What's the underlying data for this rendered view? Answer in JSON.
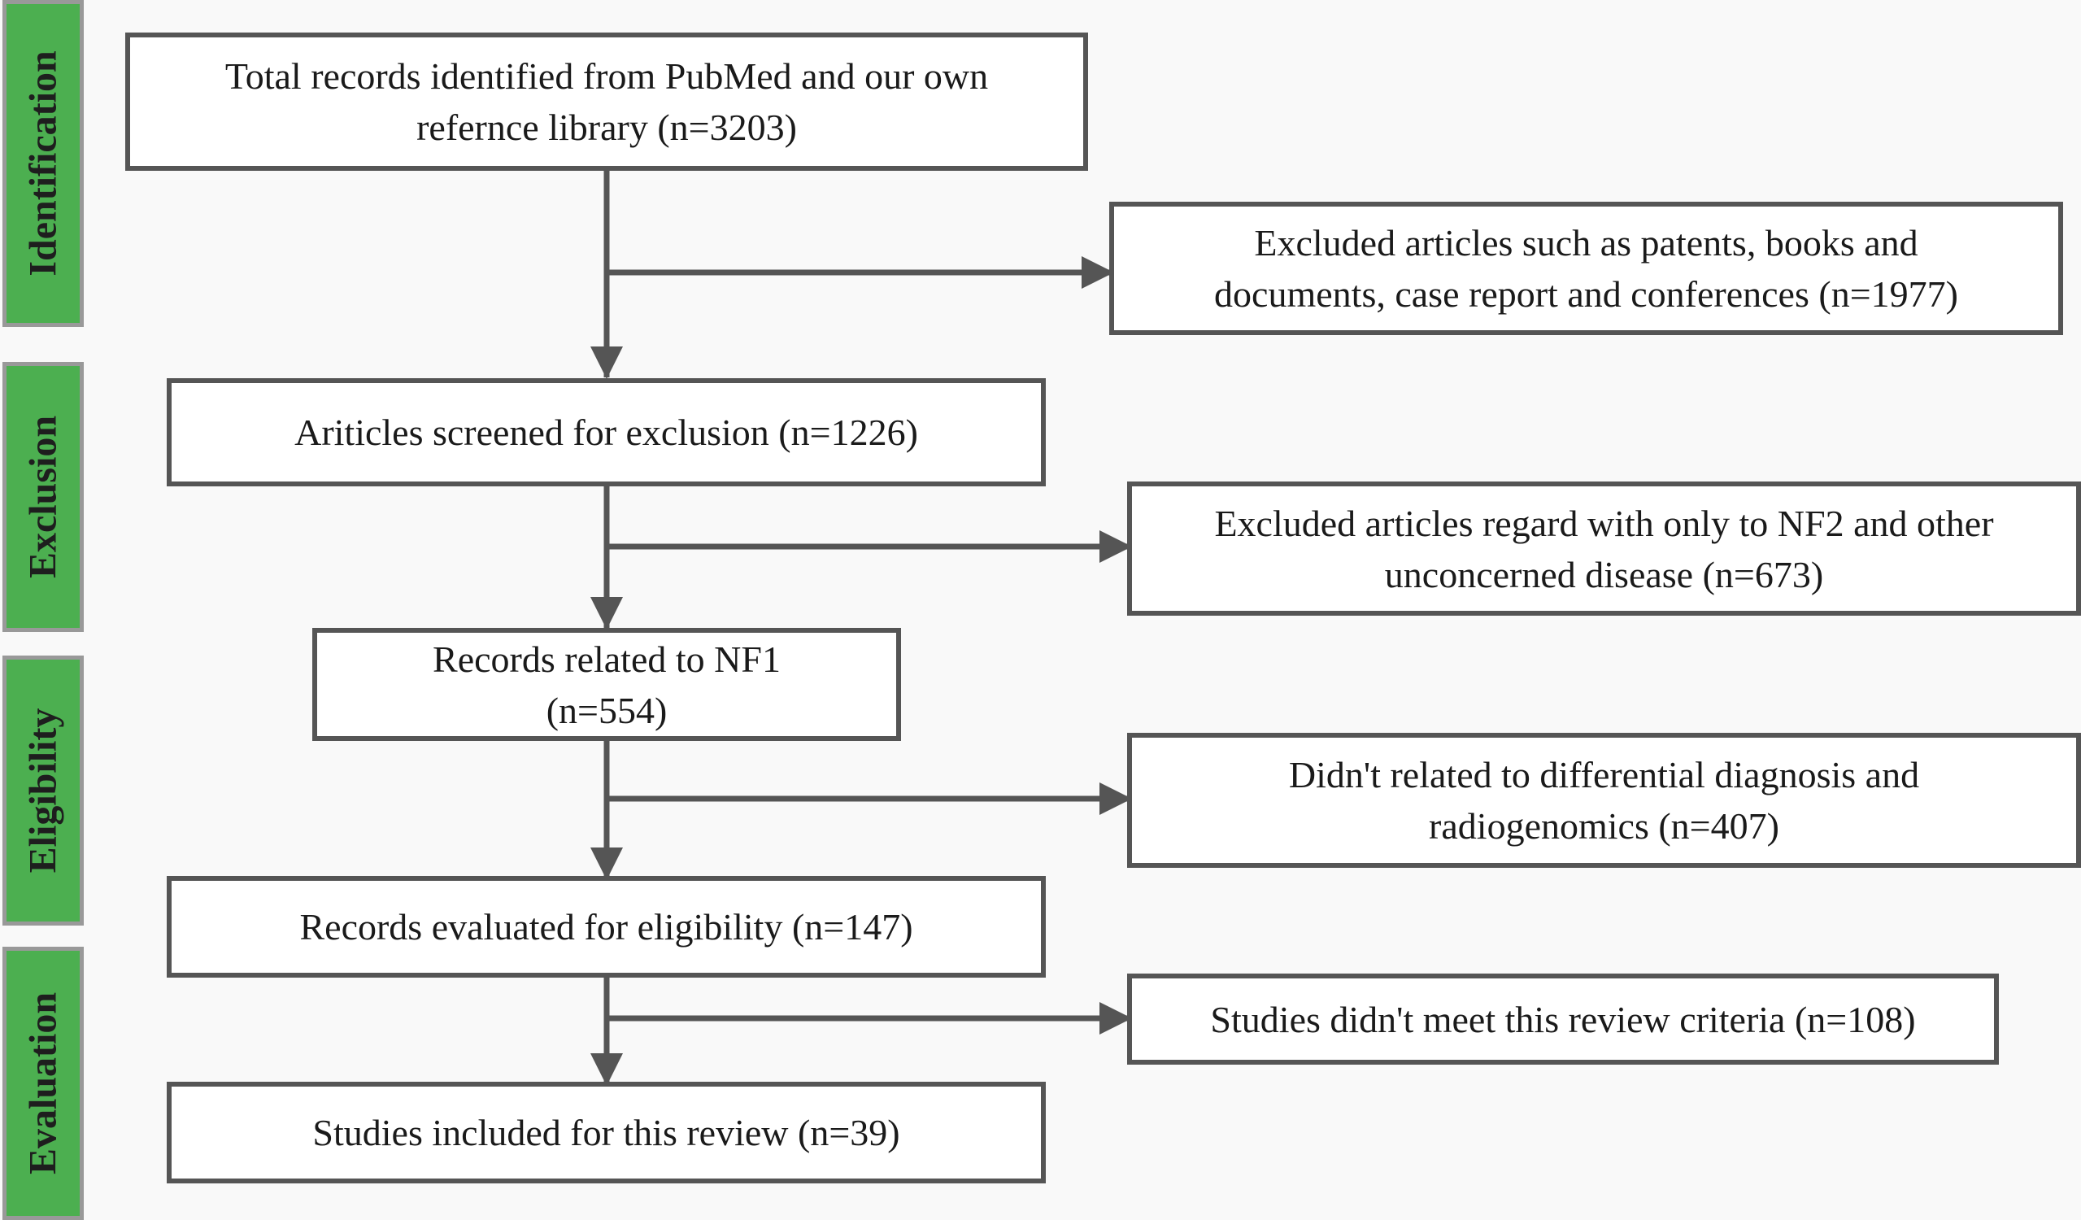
{
  "stages": [
    {
      "id": "identification",
      "label": "Identification"
    },
    {
      "id": "exclusion",
      "label": "Exclusion"
    },
    {
      "id": "eligibility",
      "label": "Eligibility"
    },
    {
      "id": "evaluation",
      "label": "Evaluation"
    }
  ],
  "main_boxes": [
    {
      "id": "total-records",
      "lines": [
        "Total records identified from PubMed and our own",
        "refernce library (n=3203)"
      ]
    },
    {
      "id": "screened",
      "lines": [
        "Ariticles screened for exclusion (n=1226)"
      ]
    },
    {
      "id": "nf1-records",
      "lines": [
        "Records related to NF1",
        "(n=554)"
      ]
    },
    {
      "id": "evaluated",
      "lines": [
        "Records evaluated for eligibility (n=147)"
      ]
    },
    {
      "id": "included",
      "lines": [
        "Studies included for this review (n=39)"
      ]
    }
  ],
  "exclusion_boxes": [
    {
      "id": "excluded-patents",
      "lines": [
        "Excluded articles such as patents, books and",
        "documents, case report and conferences (n=1977)"
      ]
    },
    {
      "id": "excluded-nf2",
      "lines": [
        "Excluded articles regard with only to NF2 and other",
        "unconcerned disease (n=673)"
      ]
    },
    {
      "id": "excluded-differential",
      "lines": [
        "Didn't related to differential diagnosis and",
        "radiogenomics (n=407)"
      ]
    },
    {
      "id": "excluded-criteria",
      "lines": [
        "Studies didn't meet this review criteria (n=108)"
      ]
    }
  ],
  "colors": {
    "stage_fill": "#4caf50",
    "stage_border": "#999999",
    "box_border": "#555555",
    "arrow": "#555555",
    "background": "#f9f9f9"
  }
}
